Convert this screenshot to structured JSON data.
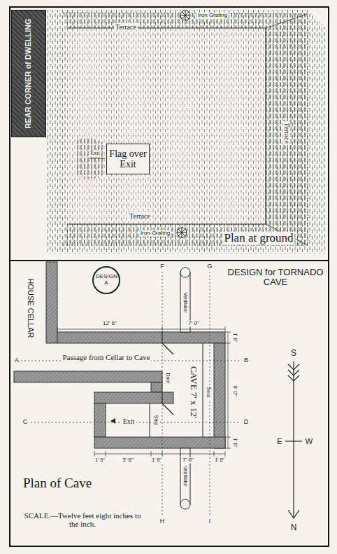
{
  "diagram": {
    "nodes": [
      {
        "text": [
          "REAR CORNER of DWELLING"
        ]
      },
      {
        "text": [
          "Flag over Exit"
        ]
      },
      {
        "text": [
          "DESIGN A"
        ]
      }
    ],
    "labels": [
      "Terrace",
      "Terrace",
      "Terrace",
      "Exit",
      "Iron Grating",
      "Iron Grating",
      "Plan at ground",
      "DESIGN for TORNADO CAVE",
      "HOUSE CELLAR",
      "Passage from Cellar to Cave",
      "CAVE 7' x 12'",
      "Seat",
      "Exit",
      "Step",
      "Door",
      "Ventilator",
      "Ventilator",
      "12' 6\"",
      "7' 0\"",
      "1' 6\"",
      "3' 6\"",
      "1' 6\"",
      "7' 0\"",
      "1' 6\"",
      "1' 6\"",
      "9' 0\"",
      "1' 6\"",
      "A",
      "B",
      "C",
      "D",
      "F",
      "G",
      "H",
      "I",
      "S",
      "E",
      "W",
      "N",
      "Plan of Cave",
      "SCALE.—Twelve feet eight inches to the inch."
    ]
  }
}
